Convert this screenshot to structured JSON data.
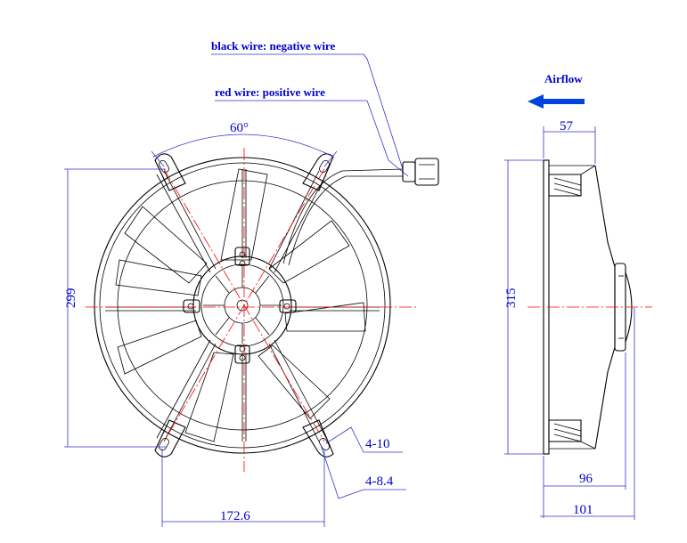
{
  "labels": {
    "black_wire": "black wire: negative wire",
    "red_wire": "red wire: positive wire",
    "airflow": "Airflow",
    "angle": "60°"
  },
  "dimensions": {
    "height_front": "299",
    "hole_span": "172.6",
    "holes_small": "4-10",
    "holes_large": "4-8.4",
    "height_side": "315",
    "depth_top": "57",
    "depth_96": "96",
    "depth_101": "101"
  },
  "colors": {
    "dimension": "#3333cc",
    "label": "#0000cc",
    "centerline": "#ff0000",
    "outline": "#000000",
    "arrow": "#0044dd"
  }
}
